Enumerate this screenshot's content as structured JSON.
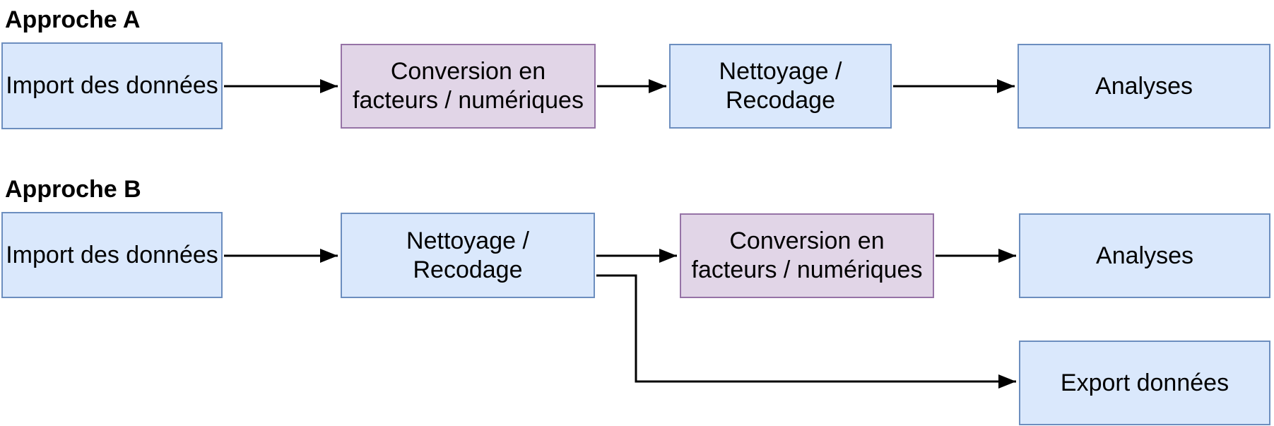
{
  "colors": {
    "background": "#ffffff",
    "blue_fill": "#dae8fc",
    "blue_stroke": "#6c8ebf",
    "purple_fill": "#e1d5e7",
    "purple_stroke": "#9673a6",
    "connector": "#000000",
    "text": "#000000"
  },
  "approche_a": {
    "title": "Approche A",
    "nodes": {
      "import": "Import des données",
      "conversion": "Conversion en\nfacteurs / numériques",
      "nettoyage": "Nettoyage /\nRecodage",
      "analyses": "Analyses"
    }
  },
  "approche_b": {
    "title": "Approche B",
    "nodes": {
      "import": "Import des données",
      "nettoyage": "Nettoyage /\nRecodage",
      "conversion": "Conversion en\nfacteurs / numériques",
      "analyses": "Analyses",
      "export": "Export données"
    }
  }
}
